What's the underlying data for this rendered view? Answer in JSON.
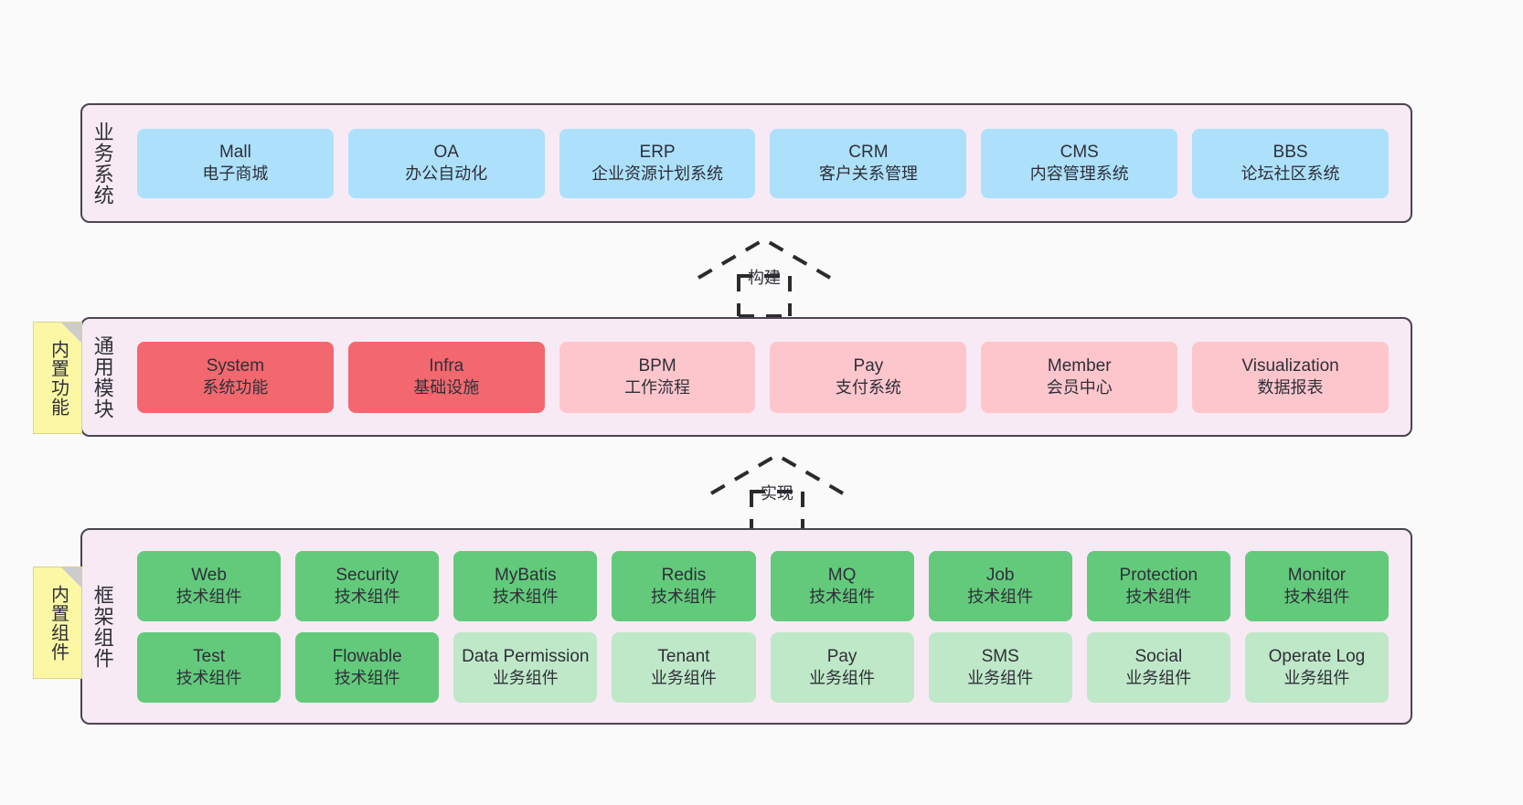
{
  "diagram": {
    "layers": [
      {
        "id": "business",
        "title": "业务系统",
        "nodes": [
          {
            "name": "Mall",
            "sub": "电子商城",
            "color": "#ade0fb"
          },
          {
            "name": "OA",
            "sub": "办公自动化",
            "color": "#ade0fb"
          },
          {
            "name": "ERP",
            "sub": "企业资源计划系统",
            "color": "#ade0fb"
          },
          {
            "name": "CRM",
            "sub": "客户关系管理",
            "color": "#ade0fb"
          },
          {
            "name": "CMS",
            "sub": "内容管理系统",
            "color": "#ade0fb"
          },
          {
            "name": "BBS",
            "sub": "论坛社区系统",
            "color": "#ade0fb"
          }
        ]
      },
      {
        "id": "modules",
        "title": "通用模块",
        "nodes": [
          {
            "name": "System",
            "sub": "系统功能",
            "color": "#f2686e"
          },
          {
            "name": "Infra",
            "sub": "基础设施",
            "color": "#f2686e"
          },
          {
            "name": "BPM",
            "sub": "工作流程",
            "color": "#fdc6cd"
          },
          {
            "name": "Pay",
            "sub": "支付系统",
            "color": "#fdc6cd"
          },
          {
            "name": "Member",
            "sub": "会员中心",
            "color": "#fdc6cd"
          },
          {
            "name": "Visualization",
            "sub": "数据报表",
            "color": "#fdc6cd"
          }
        ]
      },
      {
        "id": "framework",
        "title": "框架组件",
        "rows": [
          [
            {
              "name": "Web",
              "sub": "技术组件",
              "color": "#63ca7c"
            },
            {
              "name": "Security",
              "sub": "技术组件",
              "color": "#63ca7c"
            },
            {
              "name": "MyBatis",
              "sub": "技术组件",
              "color": "#63ca7c"
            },
            {
              "name": "Redis",
              "sub": "技术组件",
              "color": "#63ca7c"
            },
            {
              "name": "MQ",
              "sub": "技术组件",
              "color": "#63ca7c"
            },
            {
              "name": "Job",
              "sub": "技术组件",
              "color": "#63ca7c"
            },
            {
              "name": "Protection",
              "sub": "技术组件",
              "color": "#63ca7c"
            },
            {
              "name": "Monitor",
              "sub": "技术组件",
              "color": "#63ca7c"
            }
          ],
          [
            {
              "name": "Test",
              "sub": "技术组件",
              "color": "#63ca7c"
            },
            {
              "name": "Flowable",
              "sub": "技术组件",
              "color": "#63ca7c"
            },
            {
              "name": "Data Permission",
              "sub": "业务组件",
              "color": "#bfe8c8"
            },
            {
              "name": "Tenant",
              "sub": "业务组件",
              "color": "#bfe8c8"
            },
            {
              "name": "Pay",
              "sub": "业务组件",
              "color": "#bfe8c8"
            },
            {
              "name": "SMS",
              "sub": "业务组件",
              "color": "#bfe8c8"
            },
            {
              "name": "Social",
              "sub": "业务组件",
              "color": "#bfe8c8"
            },
            {
              "name": "Operate Log",
              "sub": "业务组件",
              "color": "#bfe8c8"
            }
          ]
        ]
      }
    ],
    "notes": [
      {
        "id": "builtin-function",
        "text": "内置功能"
      },
      {
        "id": "builtin-component",
        "text": "内置组件"
      }
    ],
    "connectors": [
      {
        "id": "build",
        "label": "构建",
        "style": "dashed-generalization"
      },
      {
        "id": "realize",
        "label": "实现",
        "style": "dashed-generalization"
      }
    ],
    "colors": {
      "panel_background": "#f7eaf5",
      "panel_border": "#4a4550",
      "canvas": "#fafafa",
      "note_background": "#fbf7a4",
      "note_fold": "#cccccc",
      "connector": "#2b2b2b"
    }
  }
}
